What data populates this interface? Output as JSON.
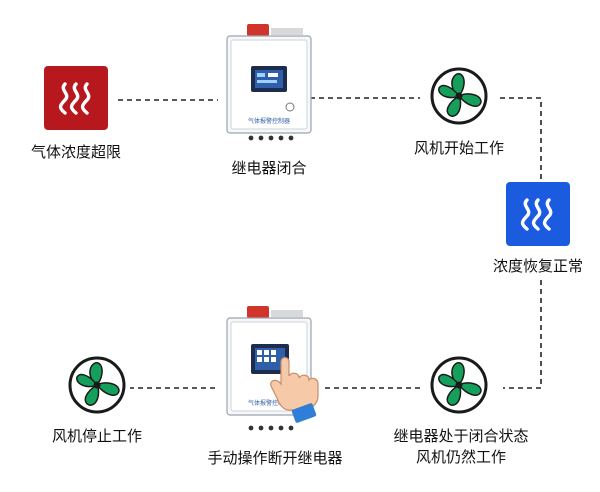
{
  "nodes": {
    "gas_over_limit": {
      "label": "气体浓度超限",
      "icon": "heat-red-icon",
      "color": "#b7181e"
    },
    "relay_closed": {
      "label": "继电器闭合",
      "icon": "gas-alarm-controller-icon",
      "panel_text": "气体报警控制器"
    },
    "fan_start": {
      "label": "风机开始工作",
      "icon": "fan-icon",
      "color": "#14a05a"
    },
    "conc_normal": {
      "label": "浓度恢复正常",
      "icon": "heat-blue-icon",
      "color": "#1a5be0"
    },
    "relay_still_closed": {
      "label_line1": "继电器处于闭合状态",
      "label_line2": "风机仍然工作",
      "icon": "fan-icon",
      "color": "#14a05a"
    },
    "manual_open": {
      "label": "手动操作断开继电器",
      "icon": "gas-alarm-controller-hand-icon",
      "panel_text": "气体报警控制器"
    },
    "fan_stop": {
      "label": "风机停止工作",
      "icon": "fan-icon",
      "color": "#14a05a"
    }
  }
}
